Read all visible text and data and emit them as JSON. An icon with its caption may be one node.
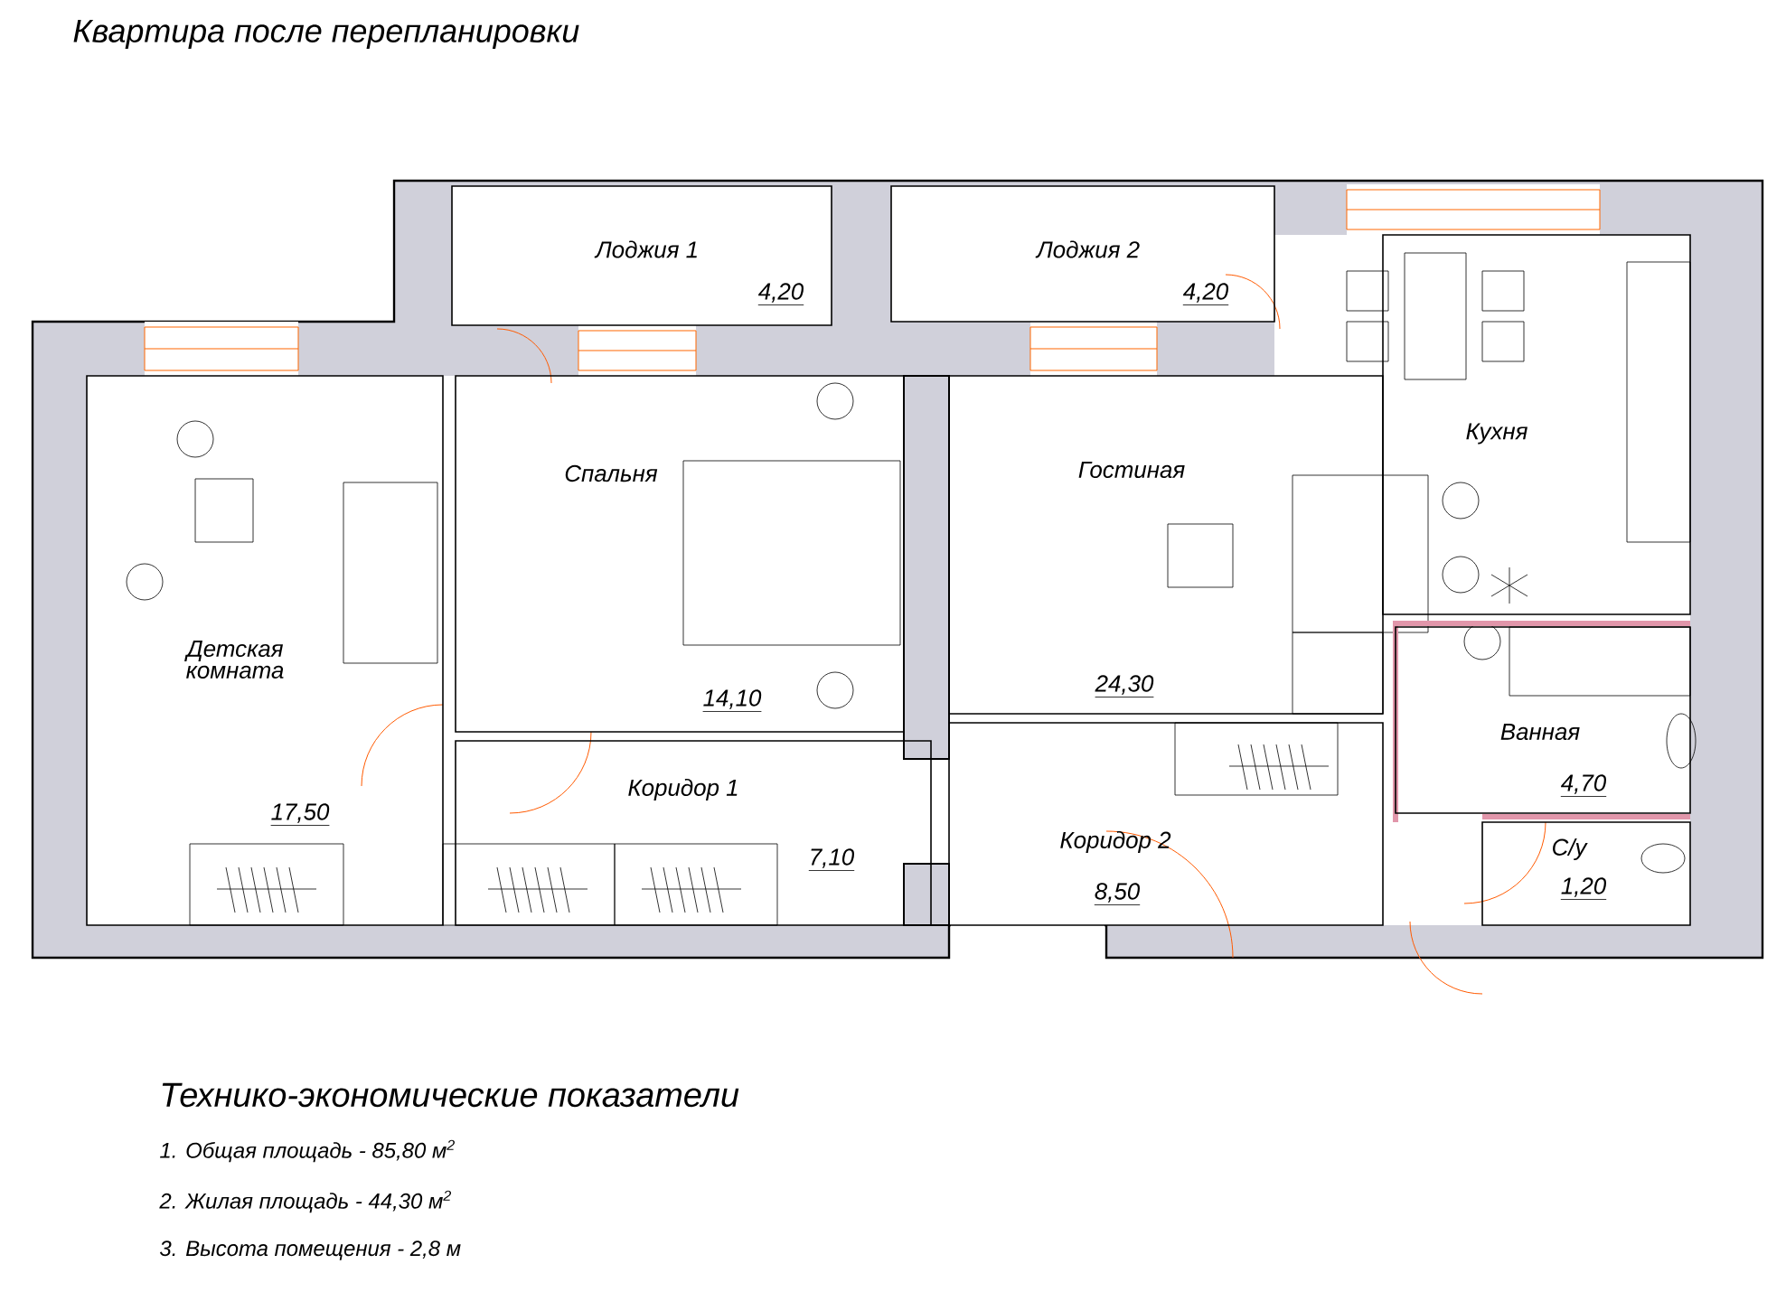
{
  "diagram": {
    "title": "Квартира после перепланировки",
    "nodes": [
      {
        "text": [
          "Лоджия 1",
          "4,20"
        ]
      },
      {
        "text": [
          "Лоджия 2",
          "4,20"
        ]
      },
      {
        "text": [
          "Детская комната",
          "17,50"
        ]
      },
      {
        "text": [
          "Спальня",
          "14,10"
        ]
      },
      {
        "text": [
          "Гостиная",
          "24,30"
        ]
      },
      {
        "text": [
          "Кухня"
        ]
      },
      {
        "text": [
          "Коридор 1",
          "7,10"
        ]
      },
      {
        "text": [
          "Ванная",
          "4,70"
        ]
      },
      {
        "text": [
          "Коридор 2",
          "8,50"
        ]
      },
      {
        "text": [
          "С/у",
          "1,20"
        ]
      }
    ],
    "labels": [
      "Технико-экономические показатели",
      "1. Общая площадь - 85,80 м$^{2}$",
      "2. Жилая площадь - 44,30 м$^{2}$",
      "3. Высота помещения - 2,8 м"
    ]
  }
}
